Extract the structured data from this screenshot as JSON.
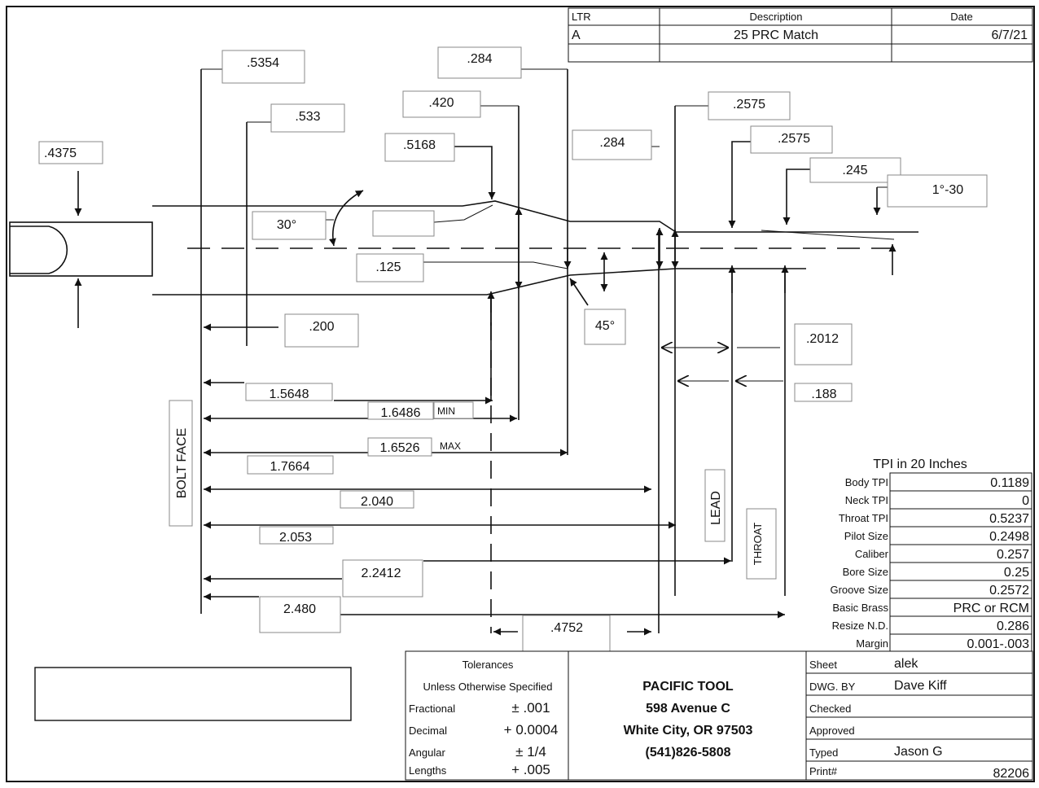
{
  "revision_table": {
    "headers": [
      "LTR",
      "Description",
      "Date"
    ],
    "rows": [
      [
        "A",
        "25 PRC Match",
        "6/7/21"
      ],
      [
        "",
        "",
        ""
      ]
    ]
  },
  "dimensions": {
    "d_5354": ".5354",
    "d_533": ".533",
    "d_4375": ".4375",
    "d_284a": ".284",
    "d_420": ".420",
    "d_5168": ".5168",
    "d_284b": ".284",
    "d_2575a": ".2575",
    "d_2575b": ".2575",
    "d_245": ".245",
    "d_1_30": "1°-30",
    "d_30deg": "30°",
    "d_125": ".125",
    "d_45deg": "45°",
    "d_200": ".200",
    "d_2012": ".2012",
    "d_188": ".188",
    "d_15648": "1.5648",
    "d_16486": "1.6486",
    "min_label": "MIN",
    "d_16526": "1.6526",
    "max_label": "MAX",
    "d_17664": "1.7664",
    "d_2040": "2.040",
    "d_2053": "2.053",
    "d_22412": "2.2412",
    "d_2480": "2.480",
    "d_4752": ".4752",
    "empty_box": ""
  },
  "labels": {
    "bolt_face": "BOLT FACE",
    "lead": "LEAD",
    "throat": "THROAT"
  },
  "tpi": {
    "title": "TPI in 20 Inches",
    "rows": [
      {
        "label": "Body TPI",
        "value": "0.1189"
      },
      {
        "label": "Neck TPI",
        "value": "0"
      },
      {
        "label": "Throat TPI",
        "value": "0.5237"
      },
      {
        "label": "Pilot Size",
        "value": "0.2498"
      },
      {
        "label": "Caliber",
        "value": "0.257"
      },
      {
        "label": "Bore Size",
        "value": "0.25"
      },
      {
        "label": "Groove Size",
        "value": "0.2572"
      },
      {
        "label": "Basic Brass",
        "value": "PRC or RCM"
      },
      {
        "label": "Resize N.D.",
        "value": "0.286"
      },
      {
        "label": "Margin",
        "value": "0.001-.003"
      }
    ]
  },
  "tolerances": {
    "title": "Tolerances",
    "subtitle": "Unless Otherwise Specified",
    "rows": [
      {
        "label": "Fractional",
        "value": "± .001"
      },
      {
        "label": "Decimal",
        "value": "+ 0.0004"
      },
      {
        "label": "Angular",
        "value": "± 1/4"
      },
      {
        "label": "Lengths",
        "value": "+ .005"
      }
    ]
  },
  "company": {
    "name": "PACIFIC TOOL",
    "street": "598 Avenue C",
    "city": "White City, OR 97503",
    "phone": "(541)826-5808"
  },
  "title_block": {
    "rows": [
      {
        "label": "Sheet",
        "value": "alek"
      },
      {
        "label": "DWG. BY",
        "value": "Dave Kiff"
      },
      {
        "label": "Checked",
        "value": ""
      },
      {
        "label": "Approved",
        "value": ""
      },
      {
        "label": "Typed",
        "value": "Jason G"
      },
      {
        "label": "Print#",
        "value": "82206"
      }
    ]
  },
  "colors": {
    "line": "#111111",
    "box_border": "#888888",
    "background": "#ffffff"
  },
  "icons": {
    "arrow": "arrow-icon"
  }
}
